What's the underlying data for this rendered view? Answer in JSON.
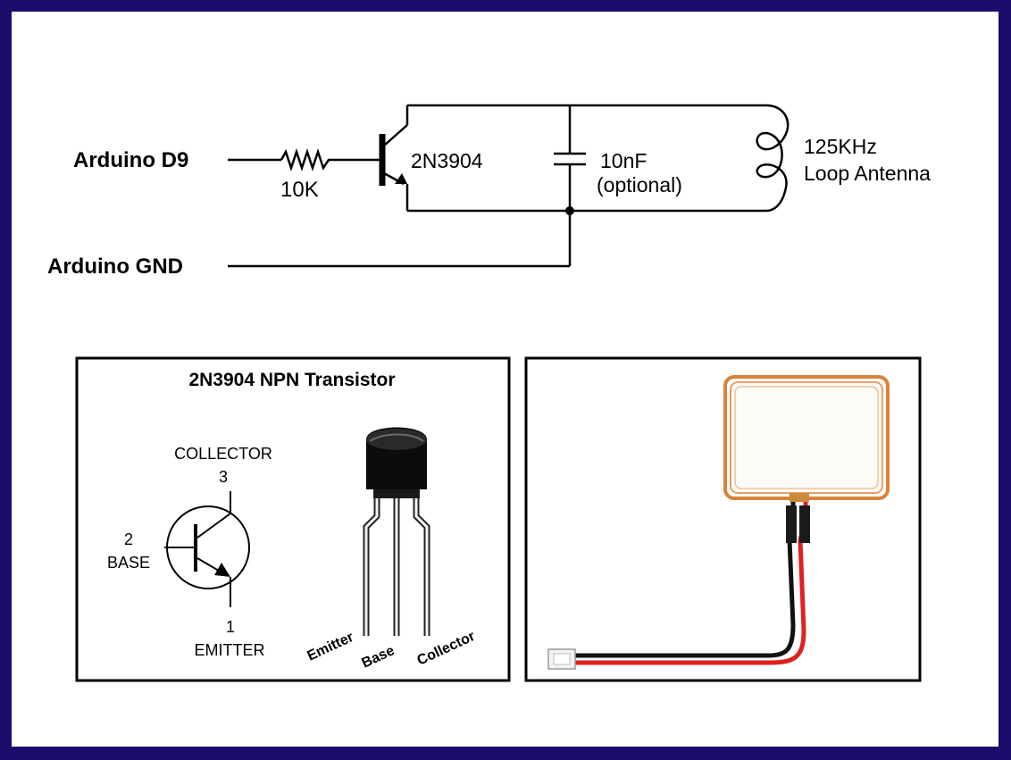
{
  "colors": {
    "border": "#1b0d6b",
    "background": "#ffffff",
    "wire": "#000000",
    "coil_copper": "#d9823b",
    "cable_red": "#e02020",
    "cable_black": "#111111"
  },
  "schematic": {
    "input_label": "Arduino D9",
    "ground_label": "Arduino GND",
    "resistor_label": "10K",
    "transistor_label": "2N3904",
    "capacitor_value": "10nF",
    "capacitor_note": "(optional)",
    "antenna_freq": "125KHz",
    "antenna_label": "Loop Antenna"
  },
  "pinout_panel": {
    "title": "2N3904 NPN Transistor",
    "collector_label": "COLLECTOR",
    "collector_pin": "3",
    "base_pin": "2",
    "base_label": "BASE",
    "emitter_pin": "1",
    "emitter_label": "EMITTER",
    "leg_emitter": "Emitter",
    "leg_base": "Base",
    "leg_collector": "Collector"
  }
}
